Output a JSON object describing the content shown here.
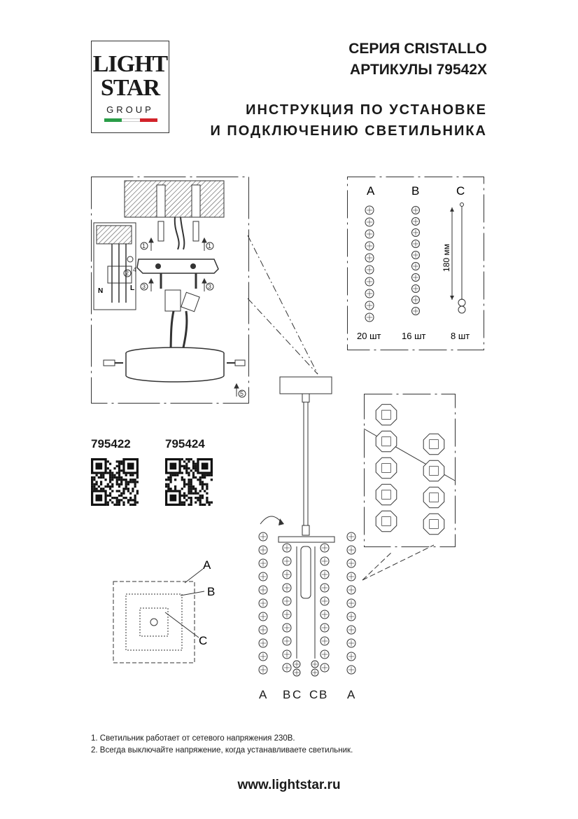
{
  "logo": {
    "line1": "LIGHT",
    "line2": "STAR",
    "line3": "GROUP",
    "flag_colors": [
      "#2a9d48",
      "#ffffff",
      "#d2232a"
    ]
  },
  "header": {
    "series": "СЕРИЯ CRISTALLO",
    "articles": "АРТИКУЛЫ 79542X",
    "instruction_line1": "ИНСТРУКЦИЯ ПО УСТАНОВКЕ",
    "instruction_line2": "И ПОДКЛЮЧЕНИЮ СВЕТИЛЬНИКА"
  },
  "wiring": {
    "terminal_n": "N",
    "terminal_l": "L",
    "steps": [
      "1",
      "1",
      "2",
      "3",
      "3",
      "4",
      "5"
    ]
  },
  "parts": {
    "items": [
      {
        "letter": "A",
        "count": "20 шт"
      },
      {
        "letter": "B",
        "count": "16 шт"
      },
      {
        "letter": "C",
        "count": "8 шт"
      }
    ],
    "dimension": "180 мм"
  },
  "qr": {
    "codes": [
      "795422",
      "795424"
    ]
  },
  "top_view": {
    "labels": [
      "A",
      "B",
      "C"
    ]
  },
  "fixture": {
    "bottom_labels": [
      "A",
      "B",
      "C",
      "C",
      "B",
      "A"
    ]
  },
  "notes": [
    "1. Светильник работает от сетевого напряжения 230В.",
    "2. Всегда выключайте напряжение, когда устанавливаете светильник."
  ],
  "website": "www.lightstar.ru",
  "colors": {
    "ink": "#1a1a1a",
    "hatch": "#555555"
  }
}
